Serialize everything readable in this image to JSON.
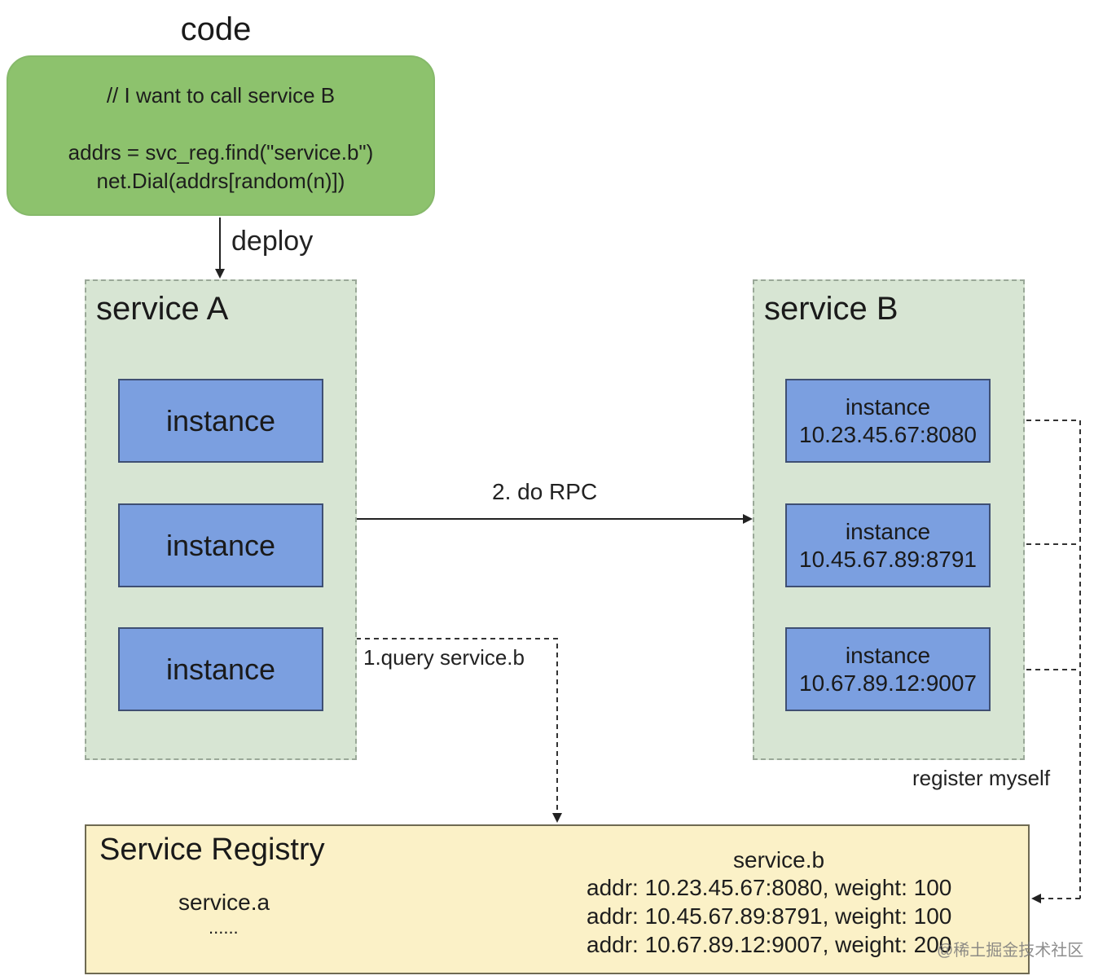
{
  "code": {
    "title": "code",
    "lines": [
      "// I want to call service B",
      "addrs = svc_reg.find(\"service.b\")",
      "net.Dial(addrs[random(n)])"
    ]
  },
  "service_a": {
    "title": "service A",
    "instances": [
      "instance",
      "instance",
      "instance"
    ]
  },
  "service_b": {
    "title": "service B",
    "instances": [
      {
        "label": "instance",
        "addr": "10.23.45.67:8080"
      },
      {
        "label": "instance",
        "addr": "10.45.67.89:8791"
      },
      {
        "label": "instance",
        "addr": "10.67.89.12:9007"
      }
    ]
  },
  "edges": {
    "deploy": "deploy",
    "rpc": "2. do RPC",
    "query": "1.query service.b",
    "register": "register myself"
  },
  "registry": {
    "title": "Service Registry",
    "service_a_name": "service.a",
    "service_a_more": "......",
    "service_b_name": "service.b",
    "service_b_entries": [
      "addr: 10.23.45.67:8080, weight: 100",
      "addr: 10.45.67.89:8791, weight: 100",
      "addr: 10.67.89.12:9007, weight: 200"
    ]
  },
  "watermark": "@稀土掘金技术社区",
  "colors": {
    "code_fill": "#8dc26d",
    "service_fill": "#d7e5d3",
    "instance_fill": "#7b9fe0",
    "registry_fill": "#fbf1c7"
  }
}
